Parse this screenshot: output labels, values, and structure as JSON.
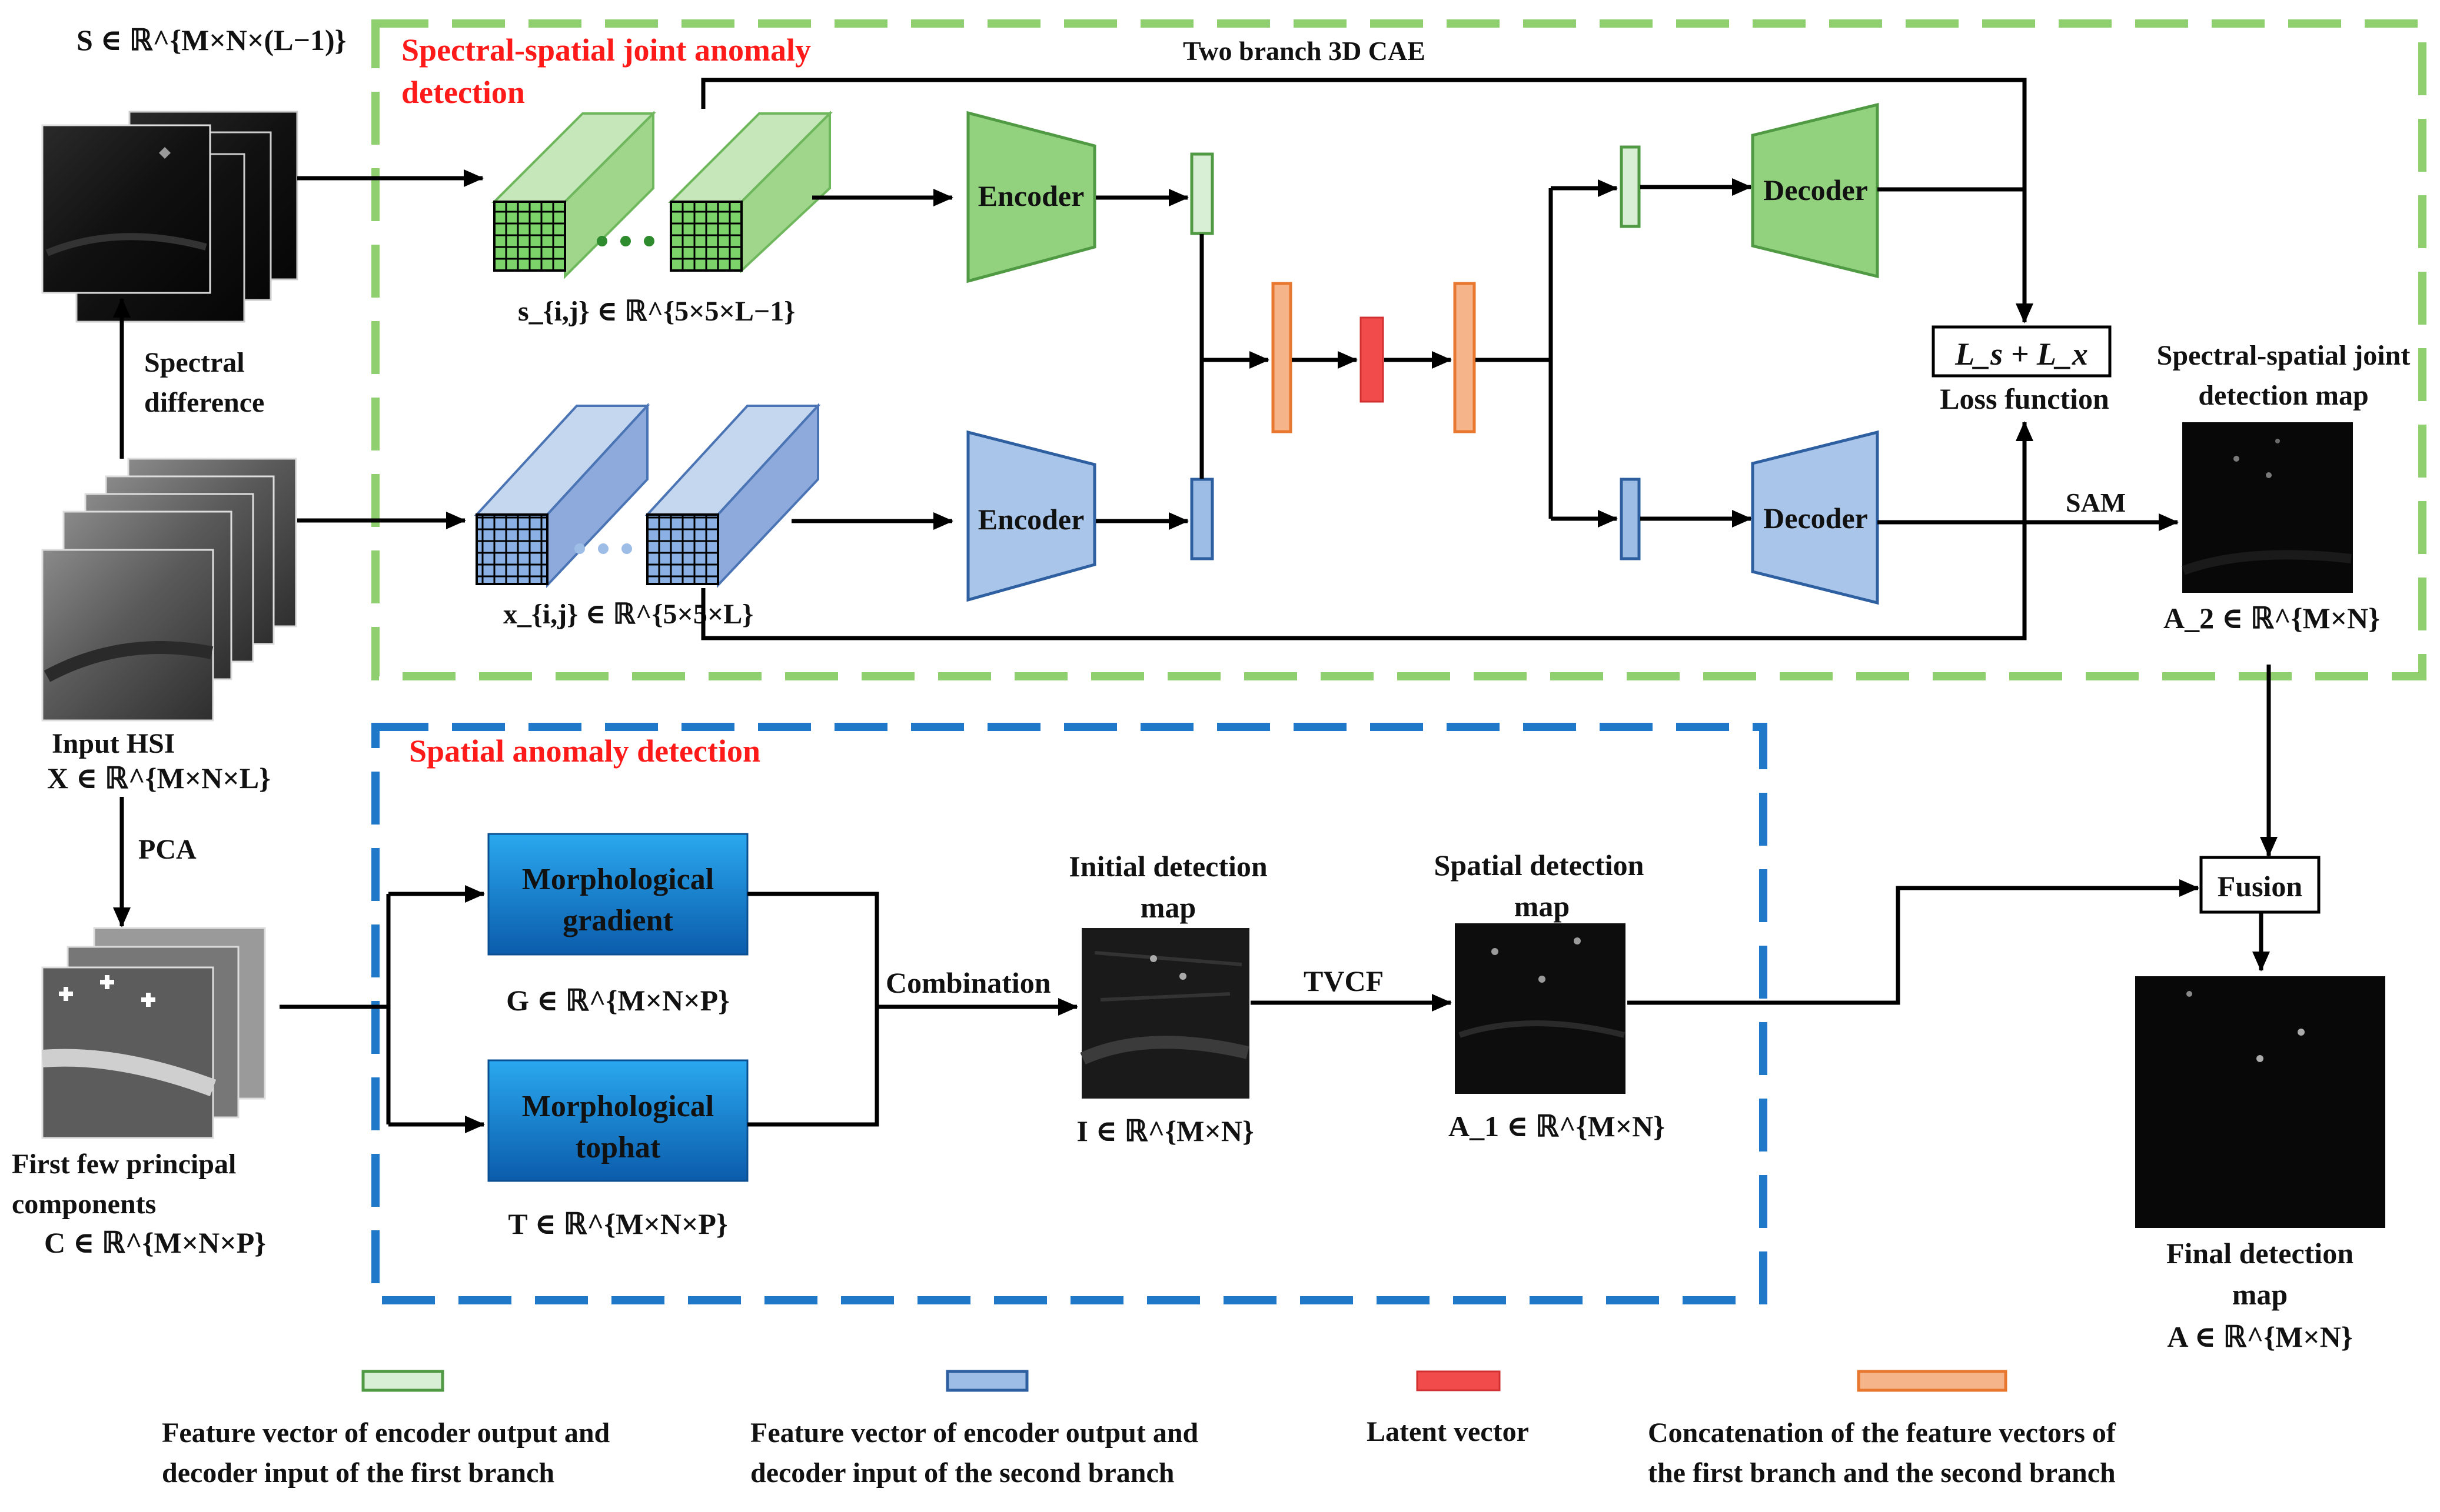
{
  "sections": {
    "spectral_spatial_title_1": "Spectral-spatial joint anomaly",
    "spectral_spatial_title_2": "detection",
    "spatial_title": "Spatial anomaly detection"
  },
  "header_label": "Two branch 3D CAE",
  "inputs": {
    "s_math": "S ∈ ℝ^{M×N×(L−1)}",
    "spectral_difference_1": "Spectral",
    "spectral_difference_2": "difference",
    "input_hsi": "Input HSI",
    "x_math": "X ∈ ℝ^{M×N×L}",
    "pca": "PCA",
    "first_pc_1": "First few principal",
    "first_pc_2": "components",
    "c_math": "C ∈ ℝ^{M×N×P}"
  },
  "cae": {
    "s_patch_math": "s_{i,j} ∈ ℝ^{5×5×L−1}",
    "x_patch_math": "x_{i,j} ∈ ℝ^{5×5×L}",
    "encoder_top": "Encoder",
    "encoder_bottom": "Encoder",
    "decoder_top": "Decoder",
    "decoder_bottom": "Decoder",
    "loss_formula": "L_s + L_x",
    "loss_caption": "Loss function",
    "sam": "SAM",
    "joint_map_1": "Spectral-spatial joint",
    "joint_map_2": "detection map",
    "a2_math": "A_2 ∈ ℝ^{M×N}"
  },
  "spatial": {
    "morph_gradient_1": "Morphological",
    "morph_gradient_2": "gradient",
    "g_math": "G ∈ ℝ^{M×N×P}",
    "morph_tophat_1": "Morphological",
    "morph_tophat_2": "tophat",
    "t_math": "T ∈ ℝ^{M×N×P}",
    "combination": "Combination",
    "initial_map_1": "Initial detection",
    "initial_map_2": "map",
    "i_math": "I ∈ ℝ^{M×N}",
    "tvcf": "TVCF",
    "spatial_map_1": "Spatial detection",
    "spatial_map_2": "map",
    "a1_math": "A_1 ∈ ℝ^{M×N}"
  },
  "fusion": {
    "label": "Fusion",
    "final_1": "Final detection",
    "final_2": "map",
    "a_math": "A ∈ ℝ^{M×N}"
  },
  "legend": [
    {
      "line1": "Feature vector of encoder output and",
      "line2": "decoder input of the first branch",
      "color": "#d9efd5",
      "stroke": "#4f9a43"
    },
    {
      "line1": "Feature vector of encoder output and",
      "line2": "decoder input of the second branch",
      "color": "#9dbce6",
      "stroke": "#2e5fa0"
    },
    {
      "line1": "Latent vector",
      "line2": "",
      "color": "#f24b4b",
      "stroke": "#d23030"
    },
    {
      "line1": "Concatenation of  the feature vectors of",
      "line2": "the first branch and the second branch",
      "color": "#f6b48a",
      "stroke": "#e8772f"
    }
  ],
  "colors": {
    "green_dash": "#8fcf6f",
    "blue_dash": "#1f78c8",
    "encoder_green": "#92d27f",
    "encoder_blue": "#a9c6ea",
    "title_red": "#ff1a1a"
  }
}
